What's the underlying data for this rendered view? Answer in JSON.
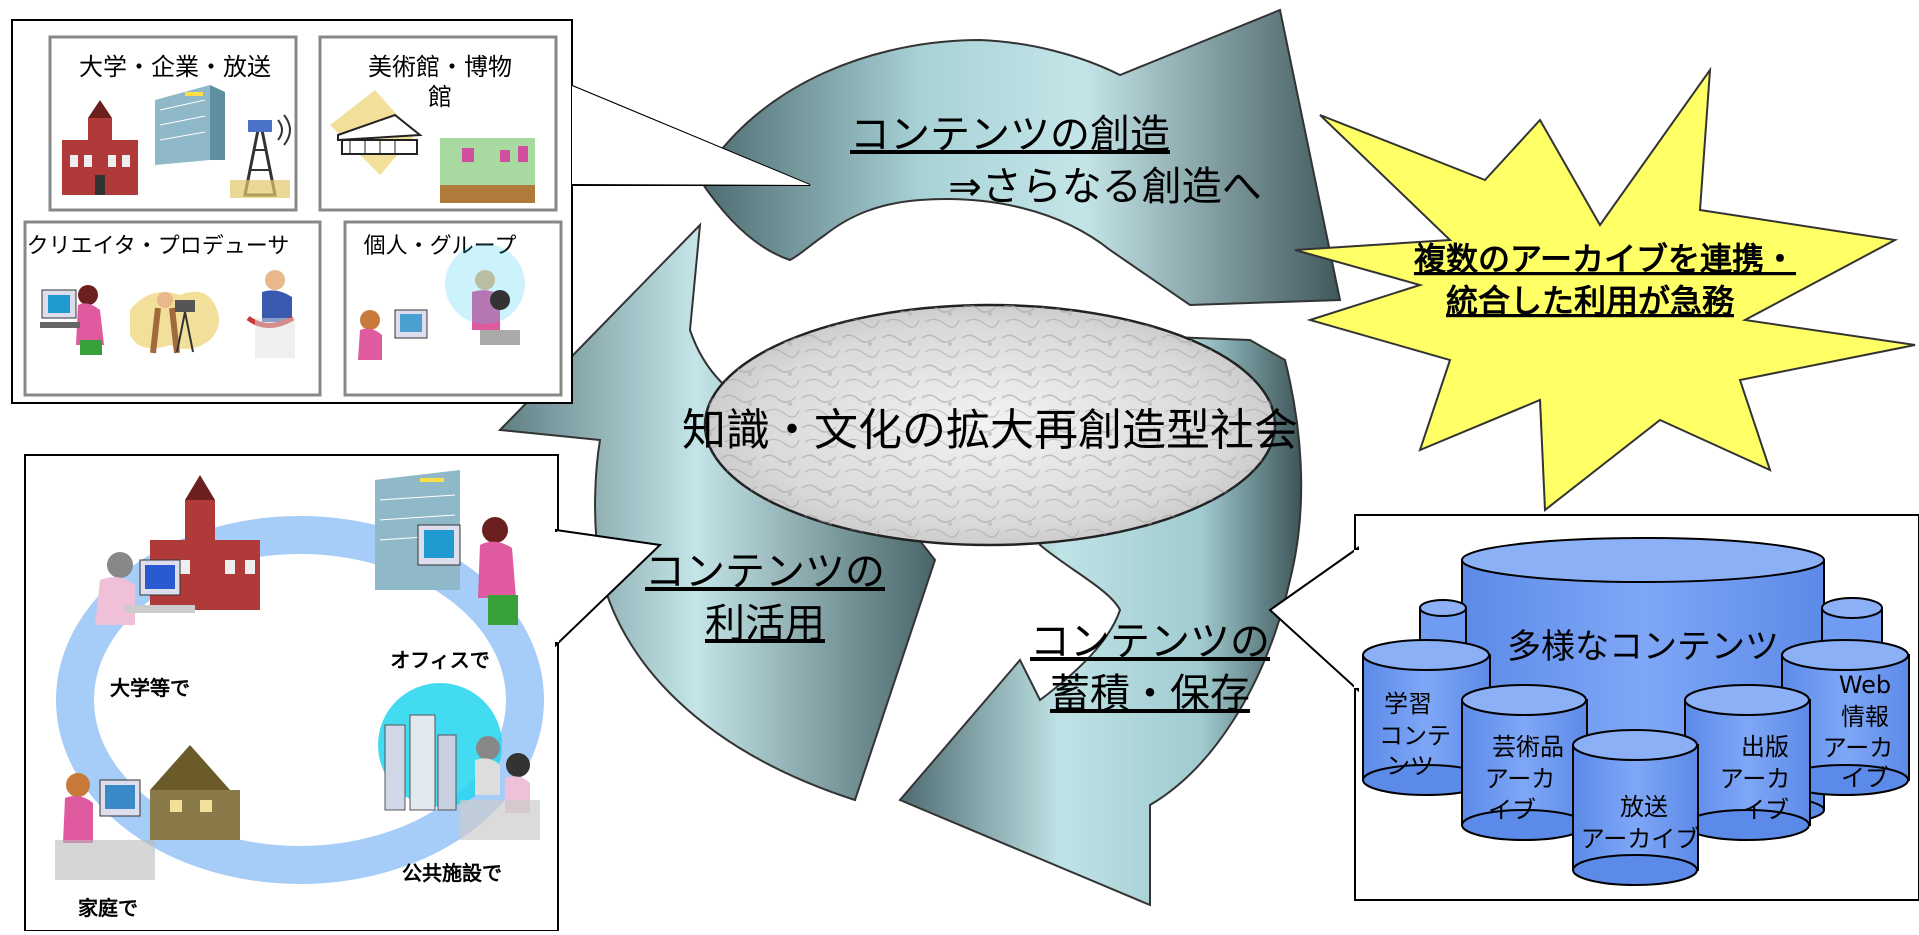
{
  "cycle": {
    "creation": {
      "line1": "コンテンツの創造",
      "line2": "⇒さらなる創造へ"
    },
    "storage": {
      "line1": "コンテンツの",
      "line2": "蓄積・保存"
    },
    "usage": {
      "line1": "コンテンツの",
      "line2": "利活用"
    }
  },
  "center_label": "知識・文化の拡大再創造型社会",
  "burst": {
    "line1": "複数のアーカイブを連携・",
    "line2": "統合した利用が急務"
  },
  "creators": {
    "univ": "大学・企業・放送",
    "museum_line1": "美術館・博物",
    "museum_line2": "館",
    "creator": "クリエイタ・プロデューサ",
    "individual": "個人・グループ"
  },
  "usage_places": {
    "university": "大学等で",
    "office": "オフィスで",
    "home": "家庭で",
    "public": "公共施設で"
  },
  "archives": {
    "main": "多様なコンテンツ",
    "learning": [
      "学習",
      "コンテ",
      "ンツ"
    ],
    "art": [
      "芸術品",
      "アーカ",
      "イブ"
    ],
    "broadcast": [
      "放送",
      "アーカイブ"
    ],
    "publishing": [
      "出版",
      "アーカ",
      "イブ"
    ],
    "web": [
      "Web",
      "情報",
      "アーカ",
      "イブ"
    ]
  },
  "colors": {
    "arrow_light": "#bfe3e6",
    "arrow_dark": "#4d6b70",
    "burst": "#ffff66",
    "cylinder": "#6f9bf2",
    "ring": "#a6cdf7"
  }
}
